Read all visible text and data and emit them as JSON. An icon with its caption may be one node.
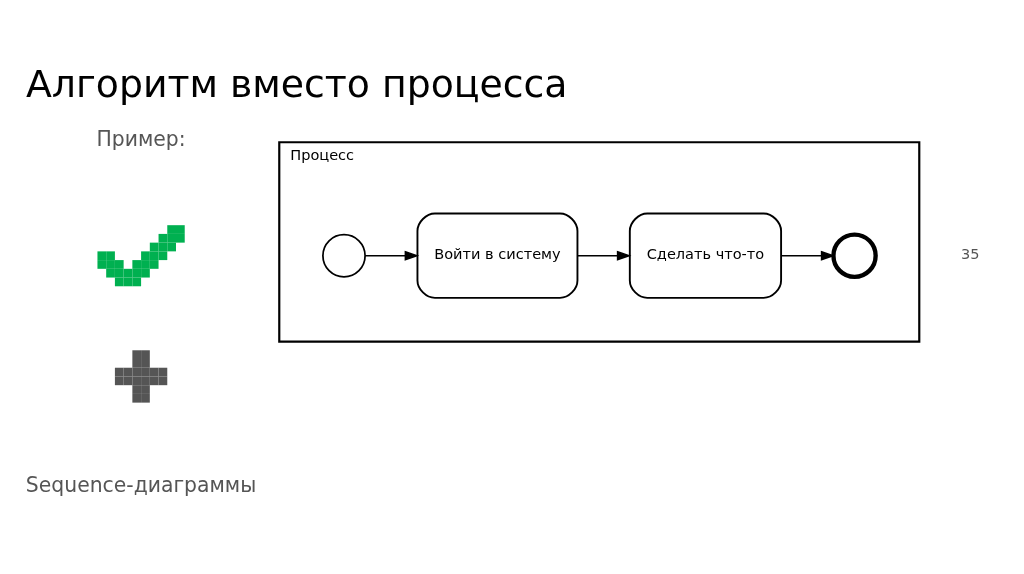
{
  "diagram": {
    "title": "Алгоритм вместо процесса",
    "nodes": [
      {
        "text": [
          "Процесс"
        ]
      },
      {
        "text": [],
        "shape": "circle",
        "in": 0
      },
      {
        "text": [
          "Войти в систему"
        ],
        "in": 0
      },
      {
        "text": [
          "Сделать что-то"
        ],
        "in": 0
      },
      {
        "text": [],
        "shape": "circle",
        "in": 0
      }
    ],
    "edges": [
      {
        "from": 1,
        "to": 2,
        "arrow": "to"
      },
      {
        "from": 2,
        "to": 3,
        "arrow": "to"
      },
      {
        "from": 3,
        "to": 4,
        "arrow": "to"
      }
    ],
    "labels": [
      "Пример:",
      "Sequence-диаграммы",
      "35"
    ]
  }
}
